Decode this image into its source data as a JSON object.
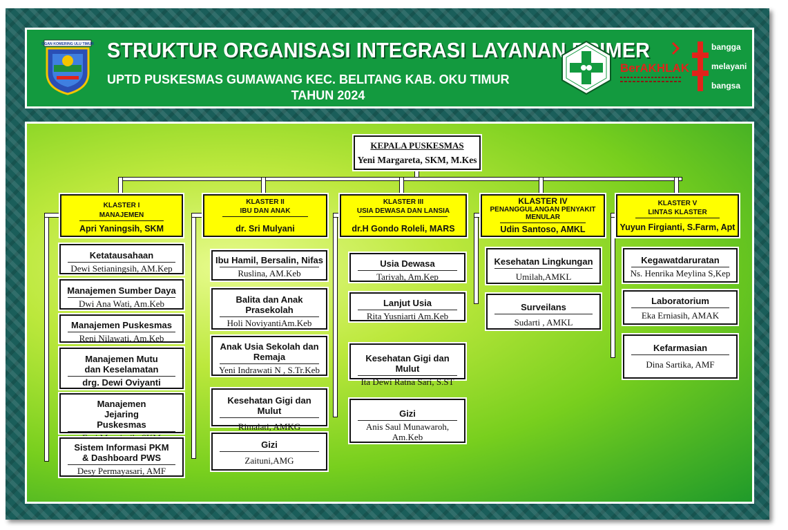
{
  "header": {
    "title": "STRUKTUR ORGANISASI INTEGRASI LAYANAN PRIMER",
    "subtitle": "UPTD PUSKESMAS GUMAWANG KEC. BELITANG KAB. OKU TIMUR",
    "year": "TAHUN 2024",
    "left_logo_text": "OGAN KOMERING ULU TIMUR",
    "berakhlak_text": "BerAKHLAK",
    "bangga_text": [
      "bangga",
      "melayani",
      "bangsa"
    ]
  },
  "kepala": {
    "title": "KEPALA PUSKESMAS",
    "name": "Yeni Margareta, SKM, M.Kes"
  },
  "clusters": [
    {
      "line1": "KLASTER I",
      "line2": "MANAJEMEN",
      "head": "Apri Yaningsih, SKM",
      "units": [
        {
          "title": "Ketatausahaan",
          "name": "Dewi Setianingsih, AM.Kep"
        },
        {
          "title": "Manajemen Sumber Daya",
          "name": "Dwi Ana Wati, Am.Keb"
        },
        {
          "title": "Manajemen Puskesmas",
          "name": "Reni Nilawati, Am.Keb"
        },
        {
          "title": "Manajemen Mutu dan Keselamatan",
          "name": "drg. Dewi Oviyanti"
        },
        {
          "title": "Manajemen Jejaring Puskesmas",
          "name": "Erni Murniasih, SKM"
        },
        {
          "title": "Sistem Informasi PKM & Dashboard PWS",
          "name": "Desy Permayasari, AMF"
        }
      ]
    },
    {
      "line1": "KLASTER II",
      "line2": "IBU DAN ANAK",
      "head": "dr. Sri Mulyani",
      "units": [
        {
          "title": "Ibu Hamil, Bersalin, Nifas",
          "name": "Ruslina, AM.Keb"
        },
        {
          "title": "Balita dan Anak Prasekolah",
          "name": "Holi NoviyantiAm.Keb"
        },
        {
          "title": "Anak Usia Sekolah dan Remaja",
          "name": "Yeni Indrawati N , S.Tr.Keb"
        },
        {
          "title": "Kesehatan Gigi dan Mulut",
          "name": "Rimalati, AMKG"
        },
        {
          "title": "Gizi",
          "name": "Zaituni,AMG"
        }
      ]
    },
    {
      "line1": "KLASTER III",
      "line2": "USIA DEWASA DAN LANSIA",
      "head": "dr.H Gondo Roleli, MARS",
      "units": [
        {
          "title": "Usia Dewasa",
          "name": "Tariyah, Am.Kep"
        },
        {
          "title": "Lanjut Usia",
          "name": "Rita Yusniarti Am.Keb"
        },
        {
          "title": "Kesehatan Gigi dan Mulut",
          "name": "Ita Dewi Ratna Sari, S.ST"
        },
        {
          "title": "Gizi",
          "name": "Anis Saul Munawaroh, Am.Keb"
        }
      ]
    },
    {
      "line1": "KLASTER IV",
      "line2": "PENANGGULANGAN PENYAKIT MENULAR",
      "head": "Udin Santoso, AMKL",
      "units": [
        {
          "title": "Kesehatan Lingkungan",
          "name": "Umilah,AMKL"
        },
        {
          "title": "Surveilans",
          "name": "Sudarti , AMKL"
        }
      ]
    },
    {
      "line1": "KLASTER V",
      "line2": "LINTAS KLASTER",
      "head": "Yuyun Firgianti, S.Farm, Apt",
      "units": [
        {
          "title": "Kegawatdaruratan",
          "name": "Ns. Henrika Meylina S,Kep"
        },
        {
          "title": "Laboratorium",
          "name": "Eka Erniasih, AMAK"
        },
        {
          "title": "Kefarmasian",
          "name": "Dina Sartika, AMF"
        }
      ]
    }
  ],
  "colors": {
    "header_green": "#139a3f",
    "frame_teal": "#1a5e5a",
    "cluster_yellow": "#ffff00",
    "brand_red": "#e2231a"
  }
}
